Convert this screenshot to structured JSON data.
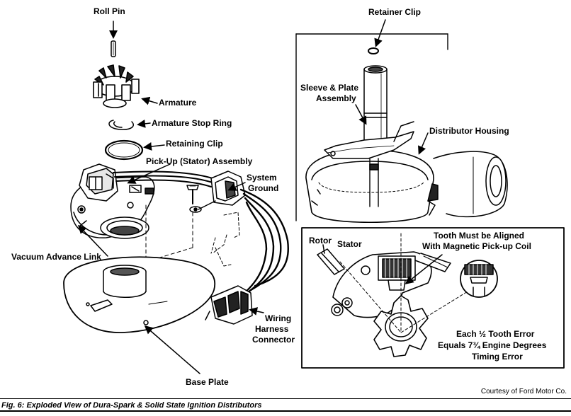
{
  "labels": {
    "roll_pin": "Roll Pin",
    "armature": "Armature",
    "armature_stop_ring": "Armature Stop Ring",
    "retaining_clip": "Retaining Clip",
    "pickup_stator_assembly": "Pick-Up (Stator) Assembly",
    "system_ground_line1": "System",
    "system_ground_line2": "Ground",
    "vacuum_advance_link": "Vacuum Advance Link",
    "wiring_line1": "Wiring",
    "wiring_line2": "Harness",
    "wiring_line3": "Connector",
    "base_plate": "Base Plate",
    "retainer_clip": "Retainer Clip",
    "sleeve_line1": "Sleeve & Plate",
    "sleeve_line2": "Assembly",
    "distributor_housing": "Distributor Housing",
    "rotor": "Rotor",
    "stator": "Stator",
    "tooth_line1": "Tooth Must be Aligned",
    "tooth_line2": "With Magnetic Pick-up Coil",
    "error_line1": "Each ½ Tooth Error",
    "error_line2": "Equals 7¾ Engine Degrees",
    "error_line3": "Timing Error"
  },
  "courtesy": "Courtesy of Ford Motor Co.",
  "caption": "Fig. 6:  Exploded View of Dura-Spark & Solid State Ignition Distributors"
}
